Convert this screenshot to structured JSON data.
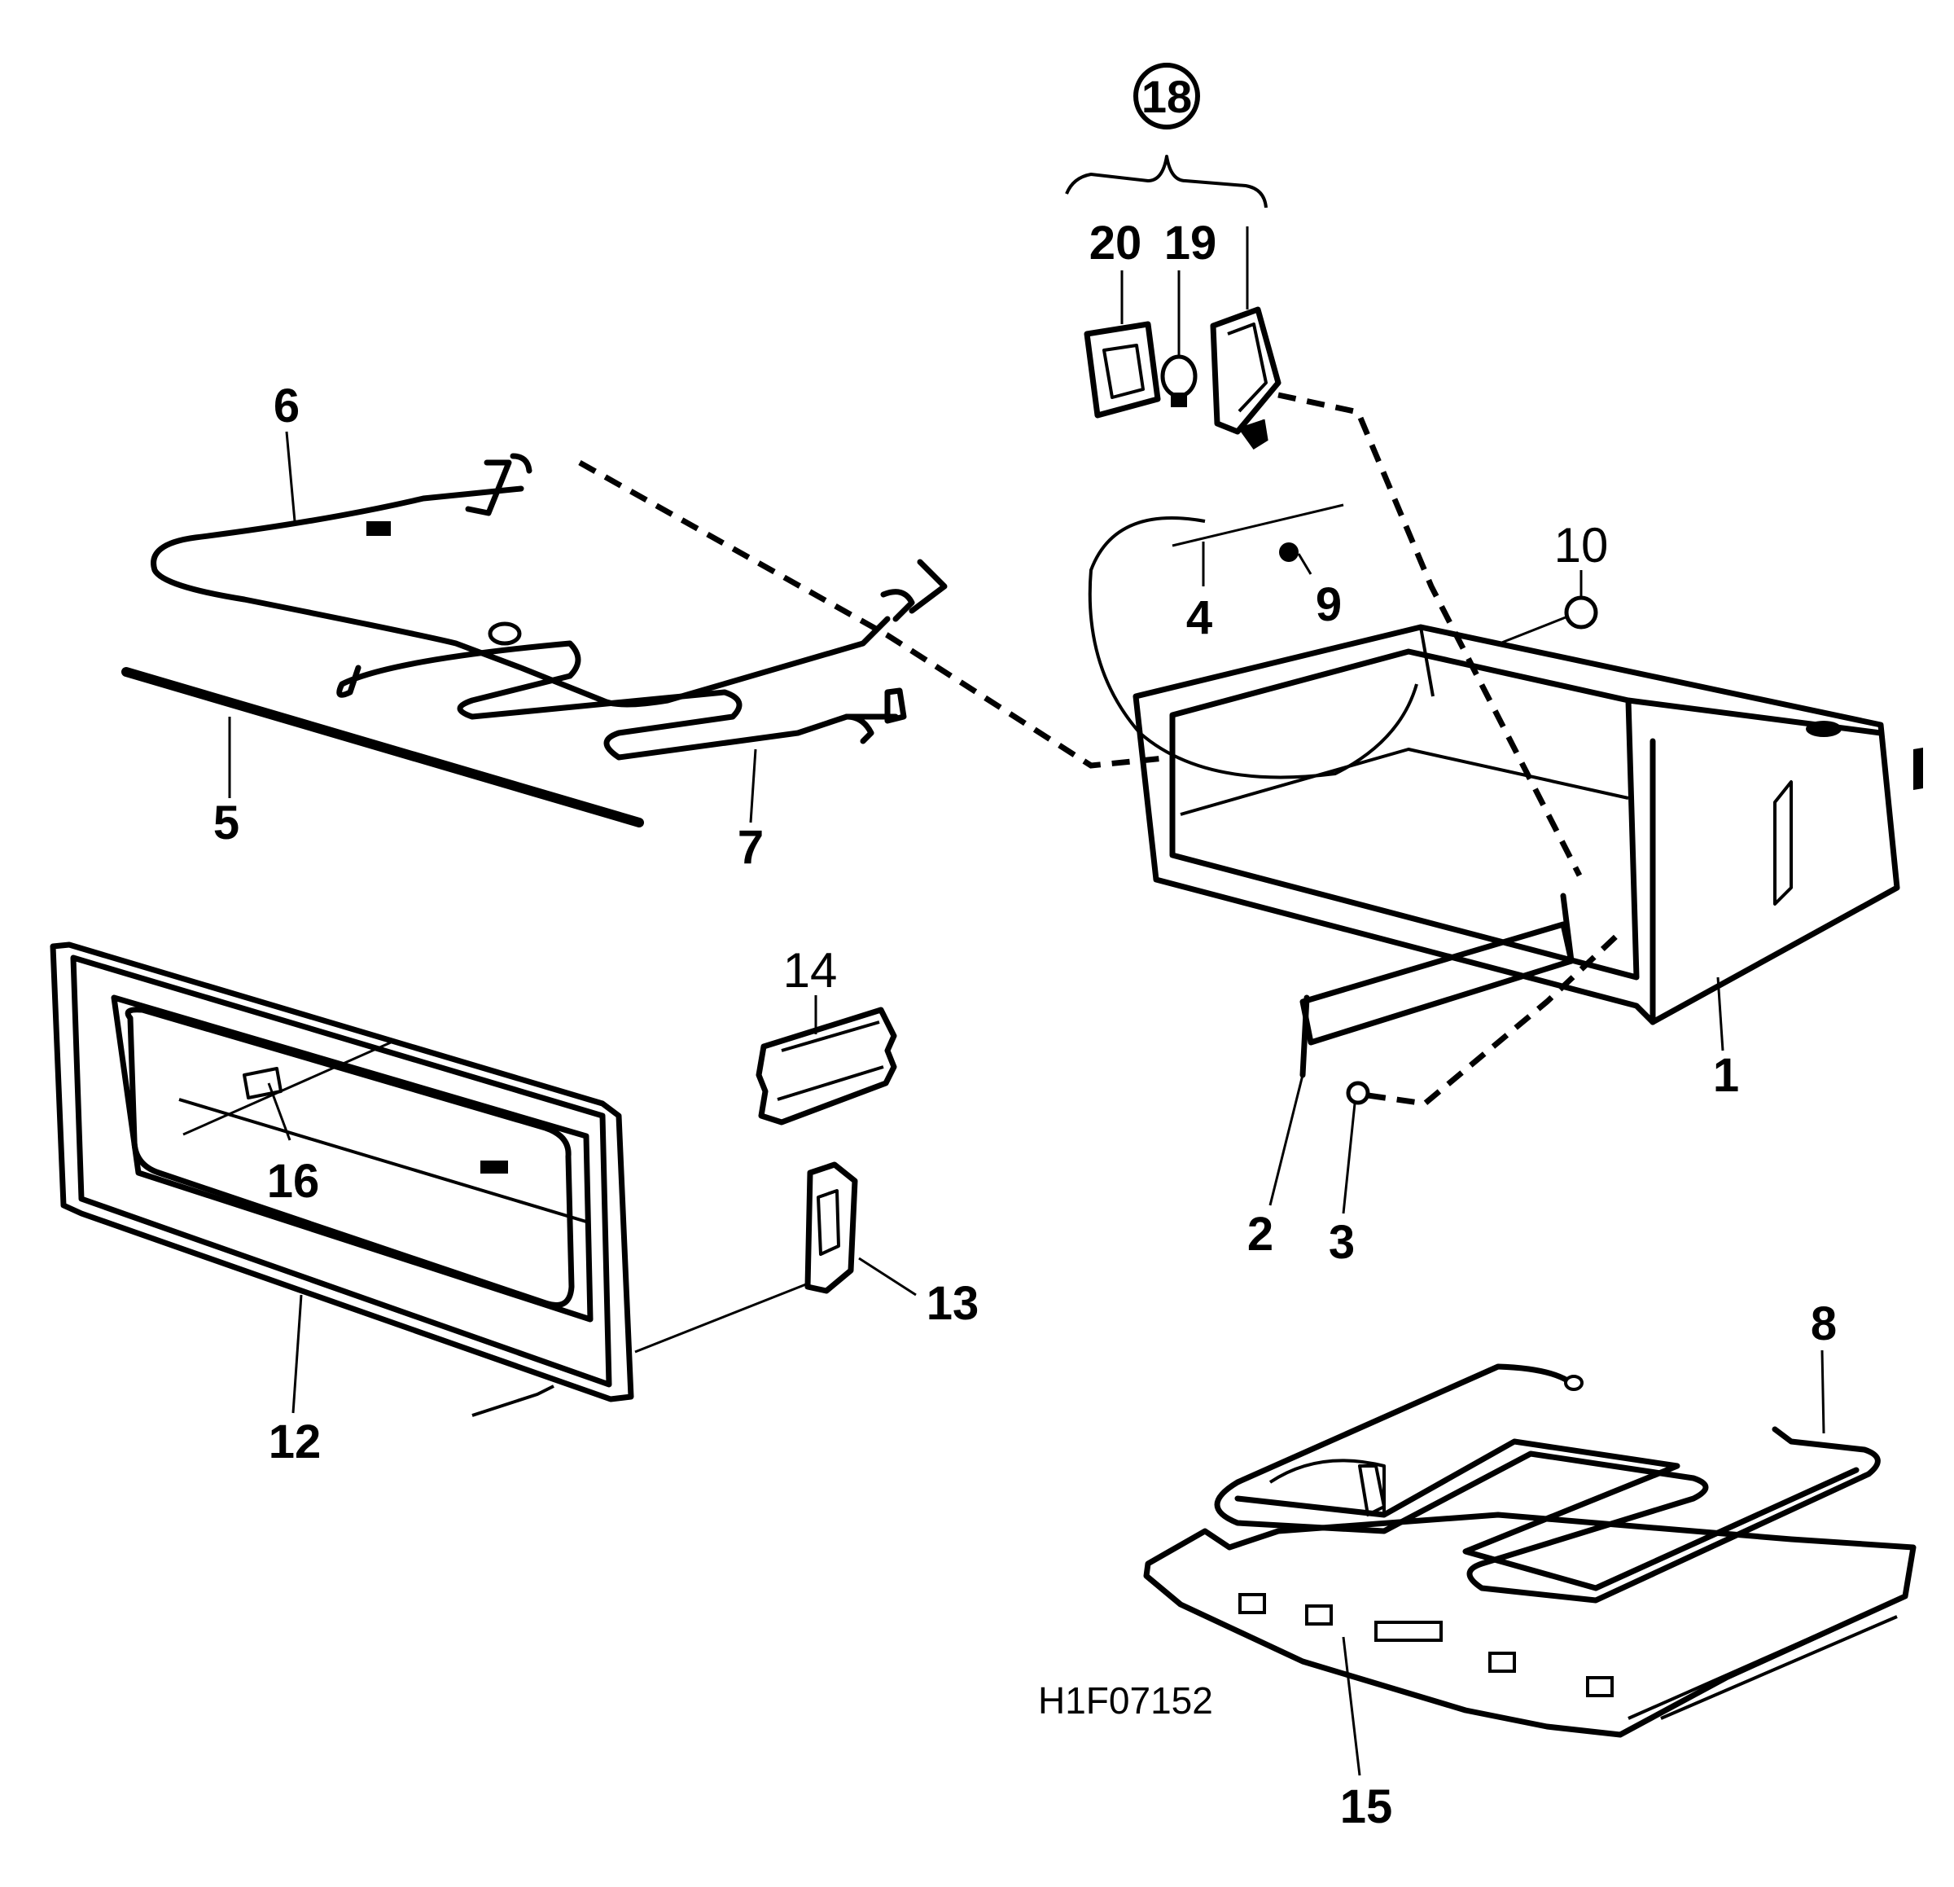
{
  "diagram": {
    "reference_code": "H1F07152",
    "callouts": {
      "c1": "1",
      "c2": "2",
      "c3": "3",
      "c4": "4",
      "c5": "5",
      "c6": "6",
      "c7": "7",
      "c8": "8",
      "c9": "9",
      "c10": "10",
      "c12": "12",
      "c13": "13",
      "c14": "14",
      "c15": "15",
      "c16": "16",
      "c18": "18",
      "c19": "19",
      "c20": "20"
    }
  }
}
